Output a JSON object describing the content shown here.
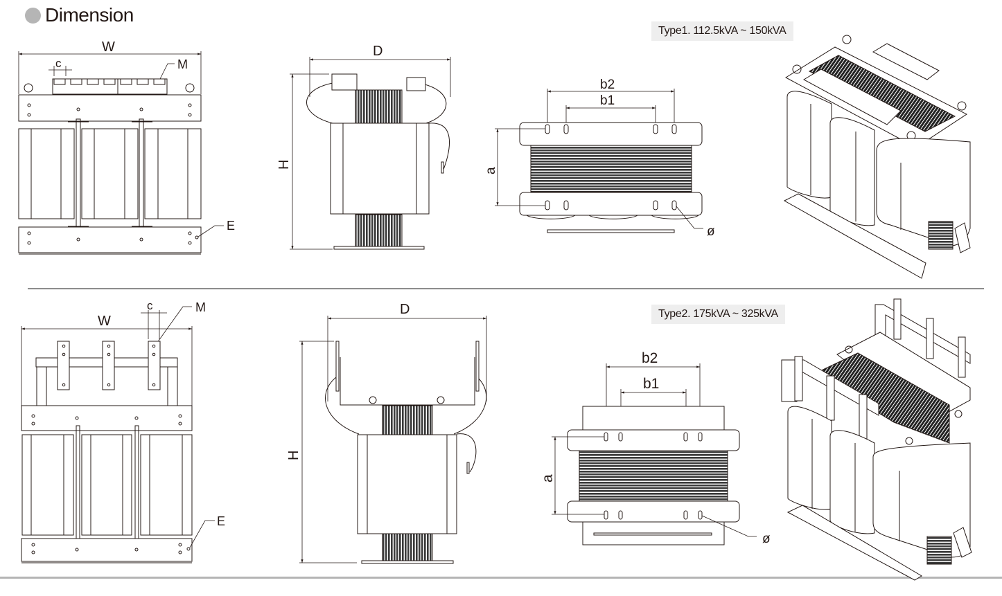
{
  "header": {
    "title": "Dimension",
    "bullet_color": "#b5b5b5"
  },
  "types": [
    {
      "label": "Type1. 112.5kVA ~ 150kVA",
      "front_view": {
        "width_label": "W",
        "pitch_label": "c",
        "terminal_label": "M",
        "mount_hole_label": "E"
      },
      "side_view": {
        "depth_label": "D",
        "height_label": "H"
      },
      "base_view": {
        "outer_pitch_label": "b2",
        "inner_pitch_label": "b1",
        "depth_pitch_label": "a",
        "hole_label": "ø"
      }
    },
    {
      "label": "Type2. 175kVA ~ 325kVA",
      "front_view": {
        "width_label": "W",
        "pitch_label": "c",
        "terminal_label": "M",
        "mount_hole_label": "E"
      },
      "side_view": {
        "depth_label": "D",
        "height_label": "H"
      },
      "base_view": {
        "outer_pitch_label": "b2",
        "inner_pitch_label": "b1",
        "depth_pitch_label": "a",
        "hole_label": "ø"
      }
    }
  ],
  "colors": {
    "line": "#231815",
    "badge_bg": "#eeeeee",
    "divider": "#8c8c8c",
    "core": "#3a3a3a"
  }
}
